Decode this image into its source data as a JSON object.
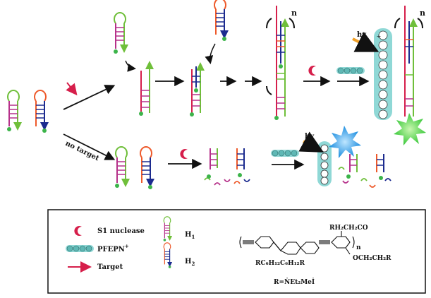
{
  "arrow_labels": {
    "hv_top": "hv",
    "hv_bottom": "hv",
    "no_target": "no target",
    "polymer_repeat": "n"
  },
  "legend": {
    "s1_nuclease": "S1 nuclease",
    "pfepn": "PFEPN",
    "pfepn_charge": "+",
    "target": "Target",
    "h1": "H",
    "h1_sub": "1",
    "h2": "H",
    "h2_sub": "2"
  },
  "structure": {
    "sub_top": "RH₂CH₂CO",
    "sub_bottom_right": "OCH₂CH₂R",
    "sub_bottom_left": "RC₆H₁₂C₆H₁₂R",
    "repeat": "n",
    "r_def": "R=ṄEt₂Meİ"
  },
  "colors": {
    "green": "#6fbf3a",
    "magenta": "#b6318a",
    "orange": "#ee5a2b",
    "navy": "#1c2b8f",
    "teal": "#8fd8d6",
    "red": "#d61f4b",
    "gold": "#f0a028",
    "glow_green": "#3cc93c",
    "glow_blue": "#1f8fe0"
  }
}
